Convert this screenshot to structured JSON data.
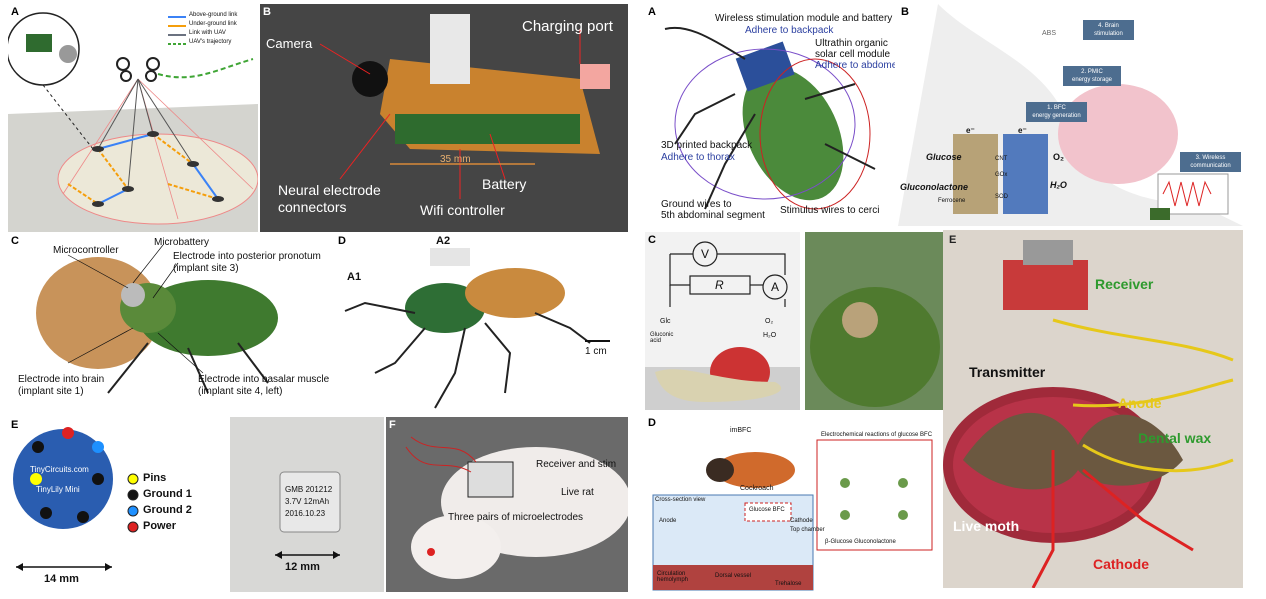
{
  "left": {
    "A": {
      "tag": "A",
      "legend": [
        "Above-ground link",
        "Under-ground link",
        "Link with UAV",
        "UAV's trajectory"
      ],
      "legend_colors": [
        "#3b82f6",
        "#f59e0b",
        "#6b7280",
        "#3fa535"
      ]
    },
    "B": {
      "tag": "B",
      "camera": "Camera",
      "charging": "Charging port",
      "neural": "Neural electrode\nconnectors",
      "wifi": "Wifi controller",
      "battery": "Battery",
      "dim": "35 mm"
    },
    "C": {
      "tag": "C",
      "microcontroller": "Microcontroller",
      "microbattery": "Microbattery",
      "pronotum": "Electrode into posterior pronotum\n(implant site 3)",
      "brain": "Electrode into brain\n(implant site 1)",
      "basalar": "Electrode into basalar muscle\n(implant site 4, left)"
    },
    "D": {
      "tag": "D",
      "a1": "A1",
      "a2": "A2",
      "scale": "1 cm"
    },
    "E": {
      "tag": "E",
      "board1": "TinyCircuits.com",
      "board2": "TinyLily Mini",
      "pins": "Pins",
      "ground1": "Ground 1",
      "ground2": "Ground 2",
      "power": "Power",
      "width": "14 mm",
      "batt_width": "12 mm",
      "batt_text": [
        "GMB 201212",
        "3.7V 12mAh",
        "2016.10.23"
      ]
    },
    "F": {
      "tag": "F",
      "receiver": "Receiver and stim",
      "liverat": "Live rat",
      "micro": "Three pairs of microelectrodes"
    }
  },
  "right": {
    "A": {
      "tag": "A",
      "wireless": "Wireless stimulation module and battery",
      "wireless_sub": "Adhere to backpack",
      "solar": "Ultrathin organic\nsolar cell module",
      "solar_sub": "Adhere to abdomen",
      "printed": "3D printed backpack",
      "printed_sub": "Adhere to thorax",
      "ground": "Ground wires to\n5th abdominal segment",
      "stim": "Stimulus wires to cerci"
    },
    "B": {
      "tag": "B",
      "abs": "ABS",
      "brain": "4. Brain\nstimulation",
      "pmic": "2. PMIC\nenergy storage",
      "bfc": "1. BFC\nenergy generation",
      "wireless": "3. Wireless\ncommunication",
      "glucose": "Glucose",
      "gluconolactone": "Gluconolactone",
      "ferrocene": "Ferrocene",
      "cnt": "CNT",
      "gox": "GOx",
      "sod": "SOD",
      "o2": "O₂",
      "h2o": "H₂O",
      "e": "e⁻"
    },
    "C": {
      "tag": "C",
      "v": "V",
      "r": "R",
      "a": "A",
      "glc": "Glc",
      "gluconic": "Gluconic\nacid",
      "o2": "O₂",
      "h2o": "H₂O"
    },
    "D": {
      "tag": "D",
      "imbfc": "imBFC",
      "cockroach": "Cockroach",
      "title": "Electrochemical reactions of glucose BFC",
      "cross": "Cross-section view",
      "glucose_bfc": "Glucose BFC",
      "anode": "Anode",
      "cathode": "Cathode",
      "dorsal": "Dorsal vessel",
      "hemolymph": "Circulation\nhemolymph",
      "trehalose": "Trehalose",
      "top": "Top chamber",
      "glucose_gluc": "β-Glucose  Gluconolactone"
    },
    "E": {
      "tag": "E",
      "receiver": "Receiver",
      "transmitter": "Transmitter",
      "anode": "Anode",
      "dental": "Dental wax",
      "moth": "Live moth",
      "cathode": "Cathode"
    }
  }
}
